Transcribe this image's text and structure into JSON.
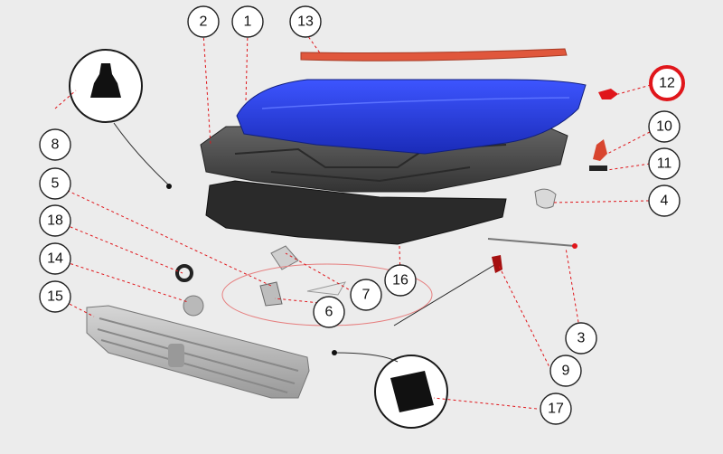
{
  "callouts": [
    {
      "id": "c1",
      "label": "1",
      "highlight": false
    },
    {
      "id": "c2",
      "label": "2",
      "highlight": false
    },
    {
      "id": "c3",
      "label": "3",
      "highlight": false
    },
    {
      "id": "c4",
      "label": "4",
      "highlight": false
    },
    {
      "id": "c5",
      "label": "5",
      "highlight": false
    },
    {
      "id": "c6",
      "label": "6",
      "highlight": false
    },
    {
      "id": "c7",
      "label": "7",
      "highlight": false
    },
    {
      "id": "c8",
      "label": "8",
      "highlight": false
    },
    {
      "id": "c9",
      "label": "9",
      "highlight": false
    },
    {
      "id": "c10",
      "label": "10",
      "highlight": false
    },
    {
      "id": "c11",
      "label": "11",
      "highlight": false
    },
    {
      "id": "c12",
      "label": "12",
      "highlight": true
    },
    {
      "id": "c13",
      "label": "13",
      "highlight": false
    },
    {
      "id": "c14",
      "label": "14",
      "highlight": false
    },
    {
      "id": "c15",
      "label": "15",
      "highlight": false
    },
    {
      "id": "c16",
      "label": "16",
      "highlight": false
    },
    {
      "id": "c17",
      "label": "17",
      "highlight": false
    },
    {
      "id": "c18",
      "label": "18",
      "highlight": false
    }
  ],
  "colors": {
    "background": "#ececec",
    "hood": "#1f32d6",
    "hood_highlight": "#3d55ff",
    "inner_panel": "#4a4a4a",
    "insulation": "#2a2a2a",
    "seal_strip": "#e0573c",
    "leader_line": "#e0161b",
    "highlight_ring": "#e0161b",
    "grille": "#b8b8b8"
  }
}
